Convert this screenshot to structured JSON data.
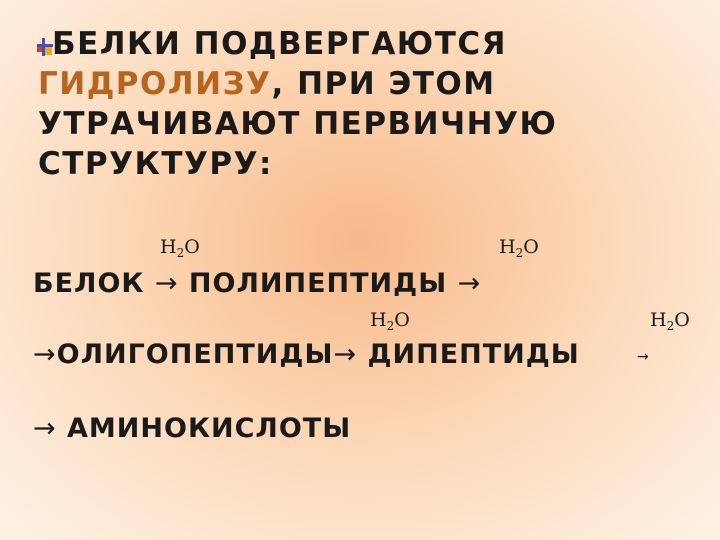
{
  "heading": {
    "line1": "БЕЛКИ ПОДВЕРГАЮТСЯ",
    "line2_highlight": "ГИДРОЛИЗУ",
    "line2_rest": ", ПРИ ЭТОМ",
    "line3": "УТРАЧИВАЮТ ПЕРВИЧНУЮ",
    "line4": "СТРУКТУРУ:"
  },
  "catalyst": {
    "element": "H",
    "subscript": "2",
    "tail": "O"
  },
  "chain": {
    "arrow": "→",
    "step1": "БЕЛОК",
    "step2": "ПОЛИПЕПТИДЫ",
    "step3": "ОЛИГОПЕПТИДЫ",
    "step4": "ДИПЕПТИДЫ",
    "step5": "АМИНОКИСЛОТЫ"
  },
  "colors": {
    "highlight": "#b5651d",
    "text": "#1a1a1a"
  }
}
